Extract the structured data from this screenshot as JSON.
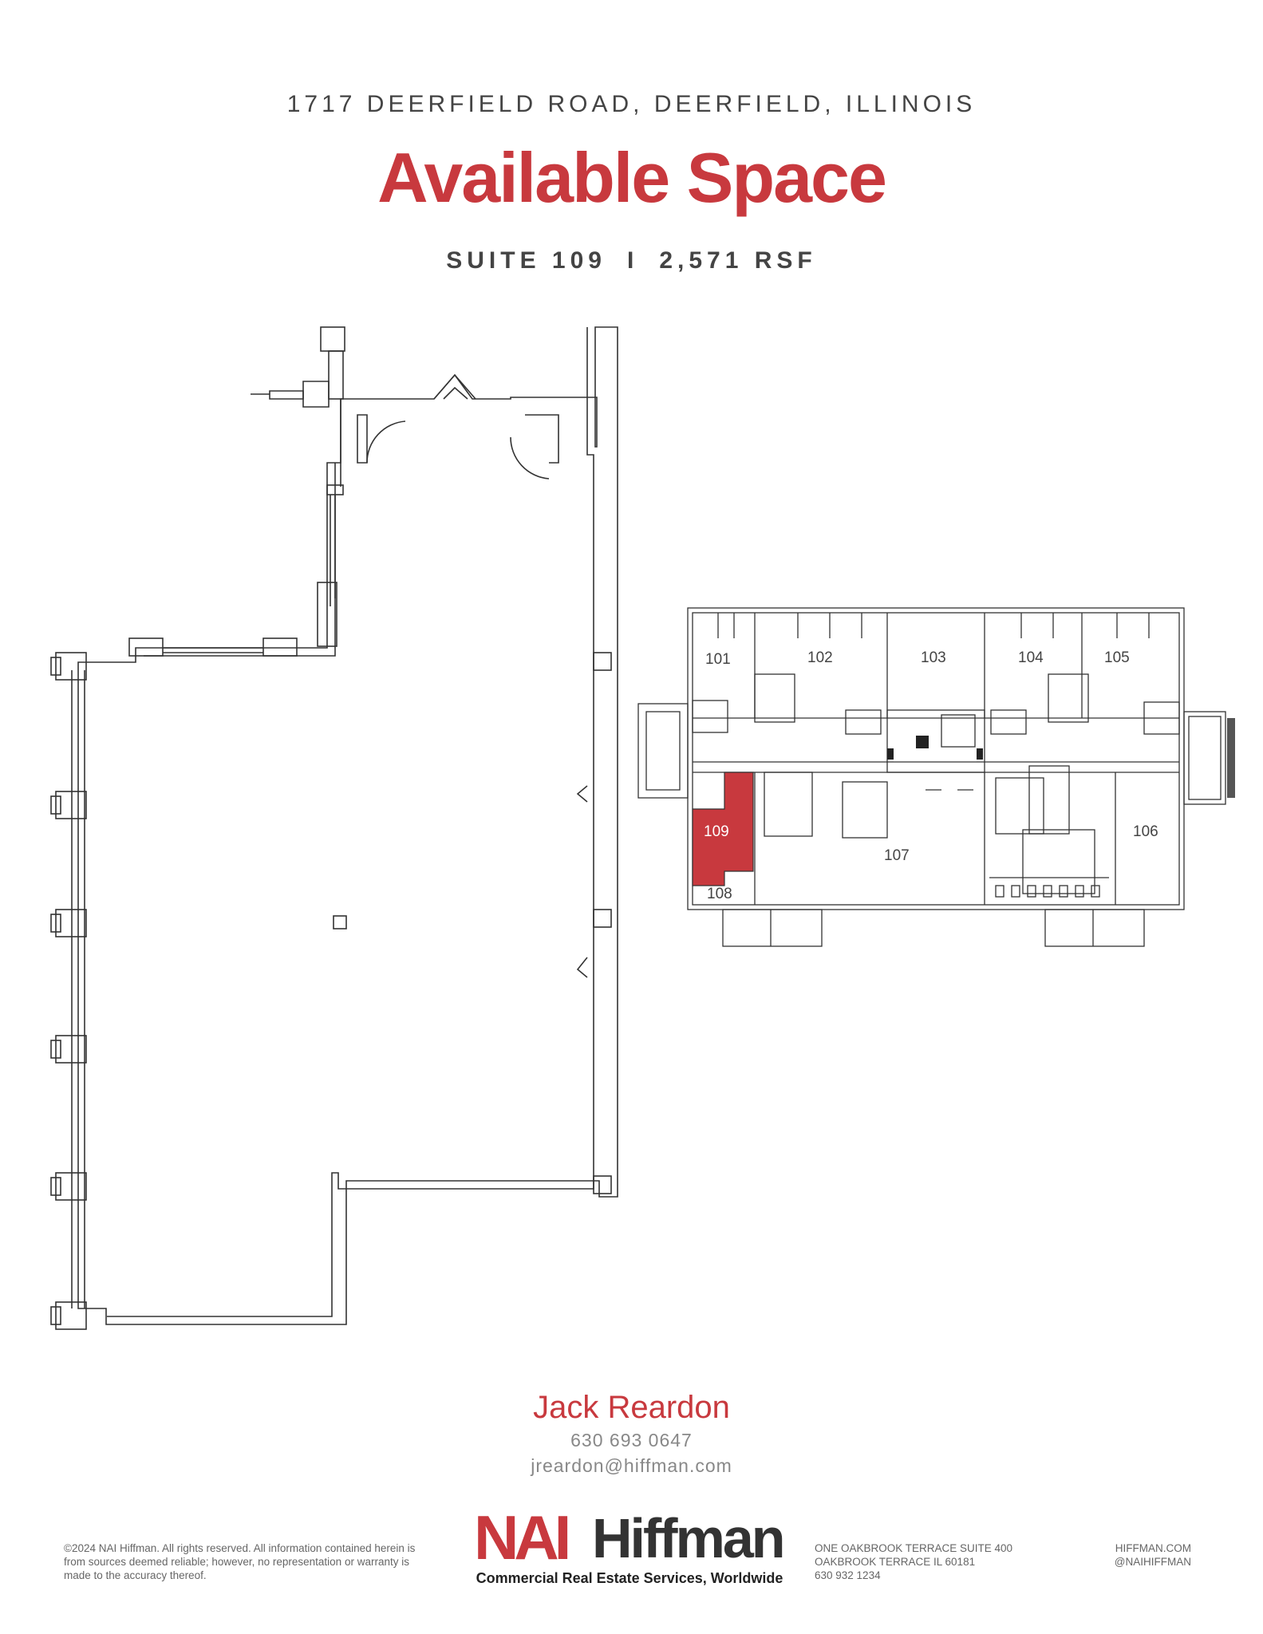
{
  "header": {
    "address": "1717 DEERFIELD ROAD, DEERFIELD, ILLINOIS",
    "title": "Available Space",
    "suite": "SUITE 109",
    "separator": "I",
    "size": "2,571 RSF"
  },
  "keyplan": {
    "highlight_color": "#c8393e",
    "rooms": {
      "r101": "101",
      "r102": "102",
      "r103": "103",
      "r104": "104",
      "r105": "105",
      "r106": "106",
      "r107": "107",
      "r108": "108",
      "r109": "109"
    }
  },
  "contact": {
    "name": "Jack Reardon",
    "phone": "630 693 0647",
    "email": "jreardon@hiffman.com"
  },
  "footer": {
    "legal": "©2024 NAI Hiffman. All rights reserved. All information contained herein is from sources deemed reliable; however, no representation or warranty is made to the accuracy thereof.",
    "logo_nai": "NAI",
    "logo_hiffman": "Hiffman",
    "logo_tagline": "Commercial Real Estate Services, Worldwide",
    "office_line1": "ONE OAKBROOK TERRACE SUITE 400",
    "office_line2": "OAKBROOK TERRACE IL 60181",
    "office_line3": "630 932 1234",
    "web_line1": "HIFFMAN.COM",
    "web_line2": "@NAIHIFFMAN"
  },
  "colors": {
    "brand_red": "#c8393e",
    "text_gray": "#444444"
  }
}
